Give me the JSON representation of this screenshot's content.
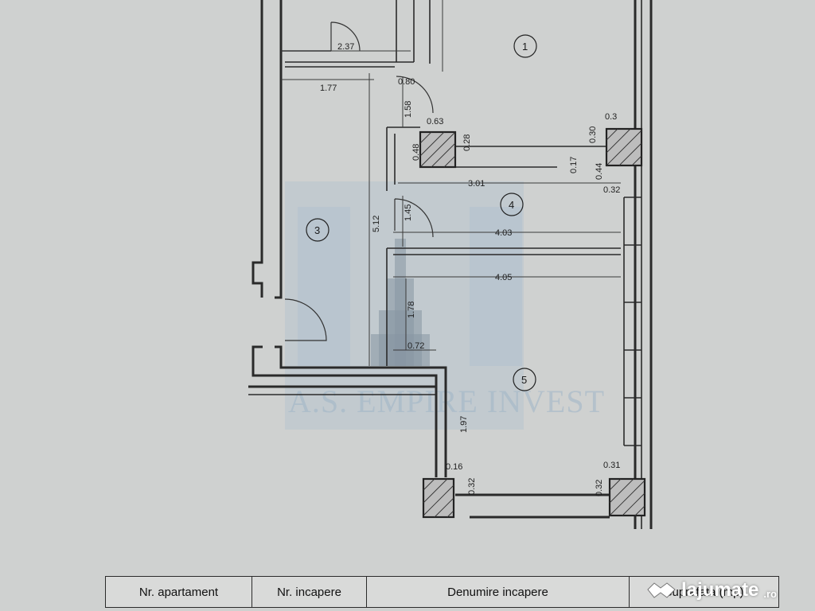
{
  "plan": {
    "rooms": [
      "1",
      "3",
      "4",
      "5"
    ],
    "dimensions": {
      "d237": "2.37",
      "d177": "1.77",
      "d080": "0.80",
      "d158": "1.58",
      "d063": "0.63",
      "d048": "0.48",
      "d028": "0.28",
      "d03": "0.3",
      "d030": "0.30",
      "d017": "0.17",
      "d044": "0.44",
      "d032a": "0.32",
      "d301": "3.01",
      "d512": "5.12",
      "d145": "1.45",
      "d403": "4.03",
      "d405": "4.05",
      "d178": "1.78",
      "d072": "0.72",
      "d197": "1.97",
      "d016": "0.16",
      "d032b": "0.32",
      "d031": "0.31",
      "d032c": "0.32"
    }
  },
  "watermark": {
    "text": "A.S. EMPIRE INVEST"
  },
  "table": {
    "headers": [
      "Nr. apartament",
      "Nr. incapere",
      "Denumire incapere",
      "Suprafata (mp)"
    ]
  },
  "brand": {
    "name": "lajumate",
    "tld": ".ro"
  }
}
